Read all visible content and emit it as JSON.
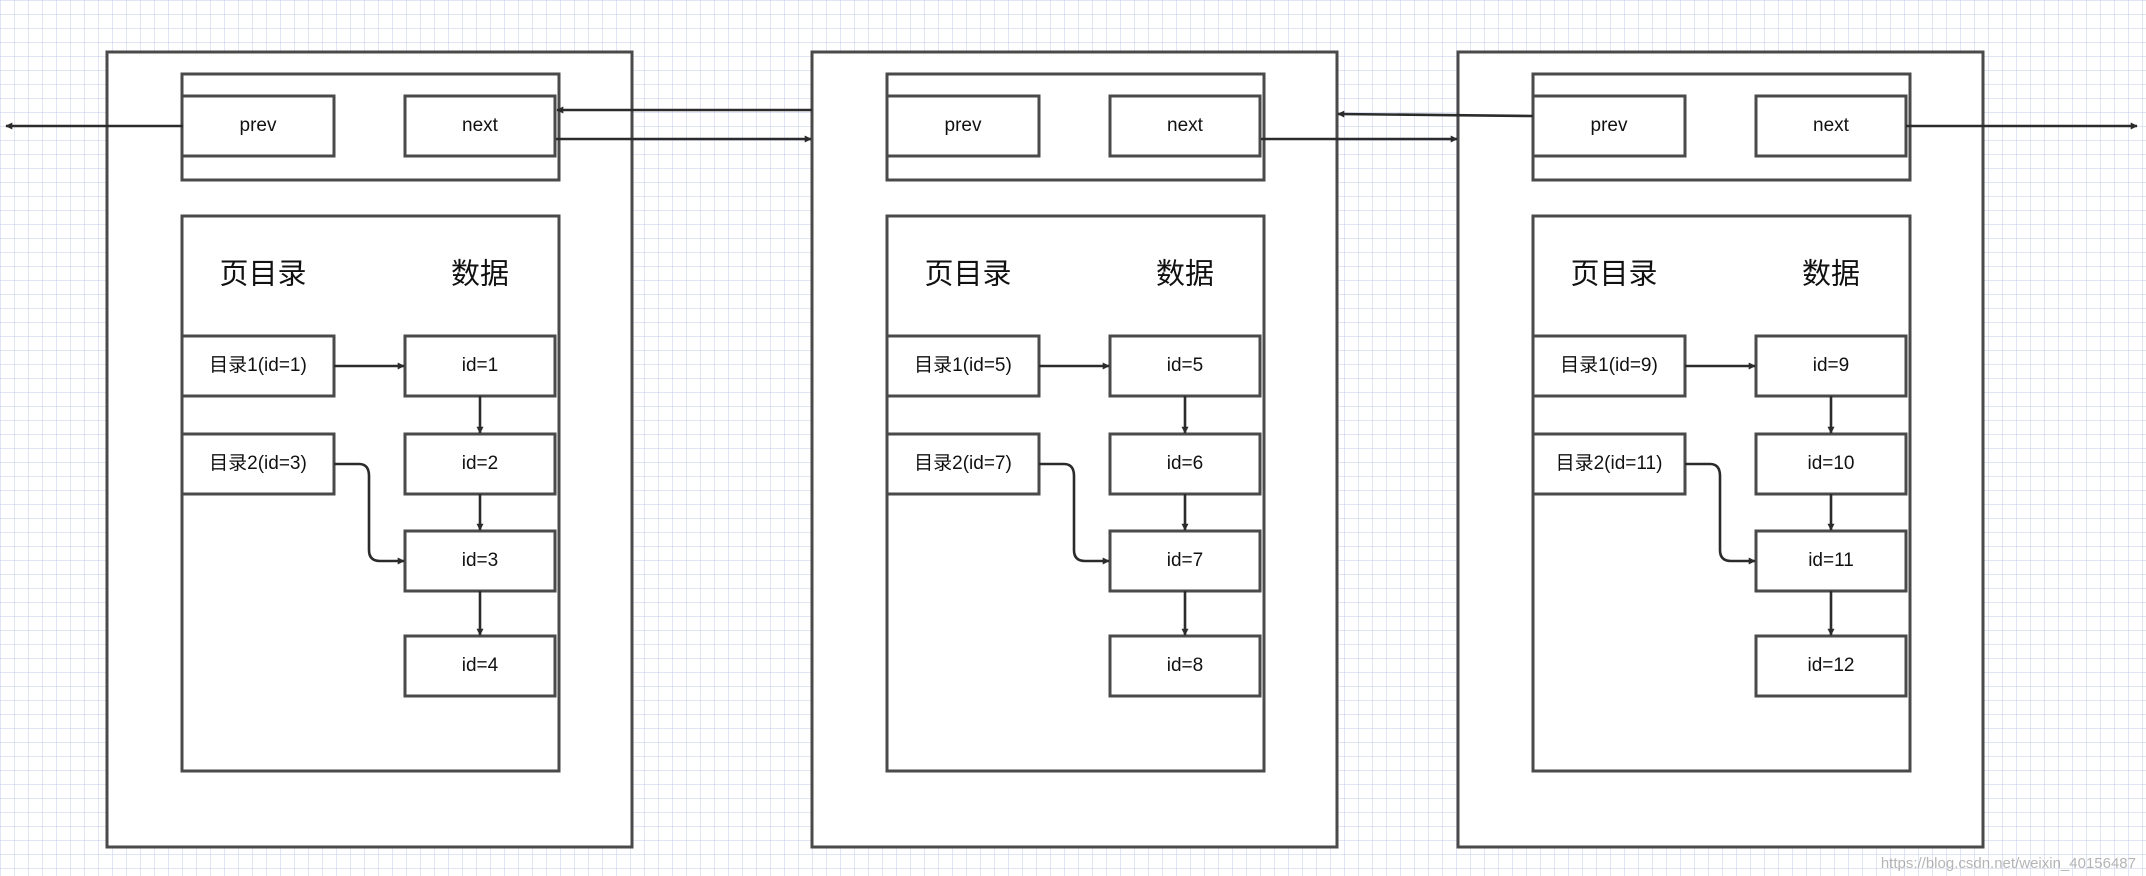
{
  "pages": [
    {
      "prev_label": "prev",
      "next_label": "next",
      "directory_header": "页目录",
      "data_header": "数据",
      "directory_entries": [
        "目录1(id=1)",
        "目录2(id=3)"
      ],
      "records": [
        "id=1",
        "id=2",
        "id=3",
        "id=4"
      ]
    },
    {
      "prev_label": "prev",
      "next_label": "next",
      "directory_header": "页目录",
      "data_header": "数据",
      "directory_entries": [
        "目录1(id=5)",
        "目录2(id=7)"
      ],
      "records": [
        "id=5",
        "id=6",
        "id=7",
        "id=8"
      ]
    },
    {
      "prev_label": "prev",
      "next_label": "next",
      "directory_header": "页目录",
      "data_header": "数据",
      "directory_entries": [
        "目录1(id=9)",
        "目录2(id=11)"
      ],
      "records": [
        "id=9",
        "id=10",
        "id=11",
        "id=12"
      ]
    }
  ],
  "watermark": "https://blog.csdn.net/weixin_40156487"
}
